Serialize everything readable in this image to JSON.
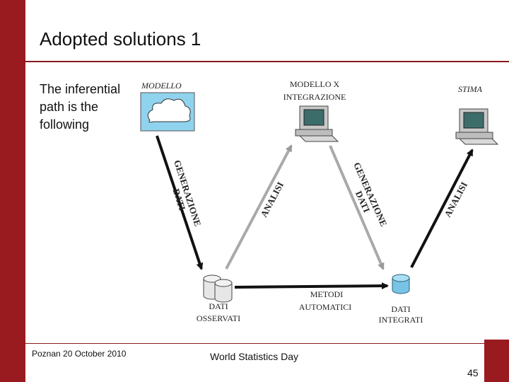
{
  "slide": {
    "title": "Adopted solutions 1",
    "side_text": "The inferential path is the following",
    "footer_left": "Poznan 20 October 2010",
    "footer_center": "World Statistics Day",
    "page_number": "45"
  },
  "diagram": {
    "modello": "MODELLO",
    "modello_x_line1": "MODELLO X",
    "modello_x_line2": "INTEGRAZIONE",
    "stima": "STIMA",
    "generazione_1": "GENERAZIONE",
    "dati_1": "DATI",
    "analisi_1": "ANALISI",
    "generazione_2": "GENERAZIONE",
    "dati_2": "DATI",
    "analisi_2": "ANALISI",
    "metodi_line1": "METODI",
    "metodi_line2": "AUTOMATICI",
    "dati_osservati_line1": "DATI",
    "dati_osservati_line2": "OSSERVATI",
    "dati_integrati_line1": "DATI",
    "dati_integrati_line2": "INTEGRATI"
  },
  "colors": {
    "accent": "#9a1b1f",
    "cloud_bg": "#8fd3ee",
    "arrow_gray": "#a9a9a9",
    "arrow_dark": "#111111"
  }
}
